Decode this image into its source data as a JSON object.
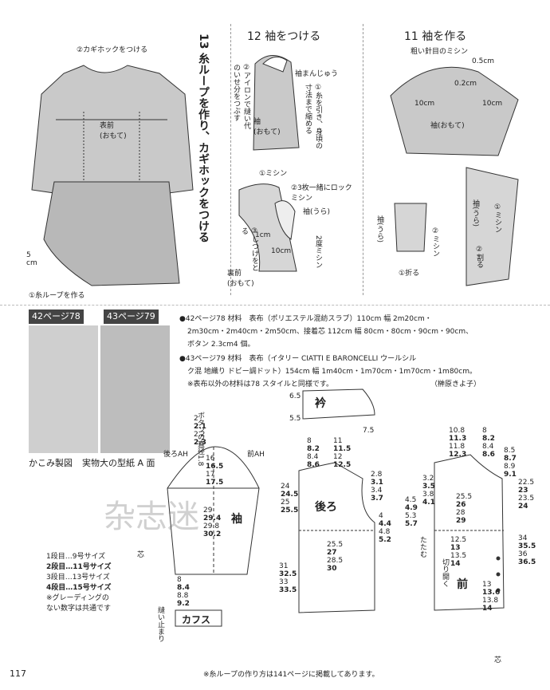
{
  "top": {
    "label_hook_top": "②カギホックをつける",
    "label_front": "表前\n(おもて)",
    "label_5cm": "5\ncm",
    "label_loop": "①糸ループを作る",
    "step13": "13 糸ループを作り、カギホックをつける",
    "step12_title": "12 袖をつける",
    "step12_sleeve_cap": "袖まんじゅう",
    "step12_iron": "②アイロンで縫い代のいせ分をつぶす",
    "step12_pull": "①糸を引き、身頃の寸法まで縮める",
    "step12_sleeve_front": "袖\n(おもて)",
    "step12_sew": "①ミシン",
    "step12_lock": "②3枚一緒にロックミシン",
    "step12_sleeve_back": "袖(うら)",
    "step12_stitch": "③しつけをとる",
    "step12_twice": "2度ミシン",
    "step12_1cm_a": "1cm",
    "step12_1cm_b": "10cm",
    "step12_body": "裏前\n(おもて)",
    "step11_title": "11 袖を作る",
    "step11_rough": "粗い針目のミシン",
    "step11_05": "0.5cm",
    "step11_02": "0.2cm",
    "step11_10a": "10cm",
    "step11_10b": "10cm",
    "step11_sleeve": "袖(おもて)",
    "step11_sleeve_u": "袖(うら)",
    "step11_sew1": "①ミシン",
    "step11_split": "②割る",
    "step11_fold": "①折る",
    "step11_sleeve_u2": "袖(うら)",
    "step11_sew2": "②ミシン"
  },
  "photos": {
    "p1": "42ページ78",
    "p2": "43ページ79",
    "cap1": "かこみ製図",
    "cap2": "実物大の型紙 A 面"
  },
  "materials": {
    "line1": "●42ページ78 材料　表布（ポリエステル混紡スラブ）110cm 幅 2m20cm・",
    "line2": "2m30cm・2m40cm・2m50cm、接着芯 112cm 幅 80cm・80cm・90cm・90cm、",
    "line3": "ボタン 2.3cm4 個。",
    "line4": "●43ページ79 材料　表布（イタリー CIATTI E BARONCELLI ウールシル",
    "line5": "ク混 地織り ドビー調ドット）154cm 幅 1m40cm・1m70cm・1m70cm・1m80cm。",
    "line6": "※表布以外の材料は78 スタイルと同様です。",
    "credit": "（榊原きよ子）"
  },
  "sizes": {
    "l1": "1段目…9号サイズ",
    "l2": "2段目…11号サイズ",
    "l3": "3段目…13号サイズ",
    "l4": "4段目…15号サイズ",
    "l5": "※グレーディングの",
    "l6": "ない数字は共通です"
  },
  "pattern": {
    "sleeve": "袖",
    "back": "後ろ",
    "front": "前",
    "collar": "衿",
    "cuff": "カフス",
    "button_dia": "ボタンの直径1.8",
    "back_ah": "後ろAH",
    "front_ah": "前AH",
    "fold_label": "たたむ",
    "open_label": "切り開く",
    "seam_stop": "縫い止まり",
    "core": "芯",
    "core2": "芯",
    "sleeve_top": [
      "2",
      "2.1",
      "2.2",
      "2.3"
    ],
    "sleeve_h": [
      "16",
      "16.5",
      "17",
      "17.5"
    ],
    "sleeve_len": [
      "29",
      "29.4",
      "29.8",
      "30.2"
    ],
    "sleeve_bottom": [
      "8",
      "8.4",
      "8.8",
      "9.2"
    ],
    "back_top": [
      "8",
      "8.2",
      "8.4",
      "8.6"
    ],
    "back_neck": [
      "11",
      "11.5",
      "12",
      "12.5"
    ],
    "back_side": [
      "24",
      "24.5",
      "25",
      "25.5"
    ],
    "back_hem": [
      "25.5",
      "27",
      "28.5",
      "30"
    ],
    "back_len": [
      "31",
      "32.5",
      "33",
      "33.5"
    ],
    "back_sh": [
      "2.8",
      "3.1",
      "3.4",
      "3.7"
    ],
    "back_arm": [
      "4",
      "4.4",
      "4.8",
      "5.2"
    ],
    "front_top": [
      "10.8",
      "11.3",
      "11.8",
      "12.3"
    ],
    "front_top2": [
      "8",
      "8.2",
      "8.4",
      "8.6"
    ],
    "front_neck": [
      "8.5",
      "8.7",
      "8.9",
      "9.1"
    ],
    "front_bust": [
      "22.5",
      "23",
      "23.5",
      "24"
    ],
    "front_len": [
      "34",
      "35.5",
      "36",
      "36.5"
    ],
    "front_a": [
      "3.2",
      "3.5",
      "3.8",
      "4.1"
    ],
    "front_b": [
      "4.5",
      "4.9",
      "5.3",
      "5.7"
    ],
    "front_c": [
      "25.5",
      "26",
      "28",
      "29"
    ],
    "front_d": [
      "12.5",
      "13",
      "13.5",
      "14"
    ],
    "front_e": [
      "13",
      "13.6",
      "13.8",
      "14"
    ],
    "collar_n": [
      "6.5",
      "5.5"
    ],
    "collar_75": "7.5",
    "page_no": "117",
    "footer": "※糸ループの作り方は141ページに掲載してあります。"
  },
  "watermark": "杂志迷"
}
